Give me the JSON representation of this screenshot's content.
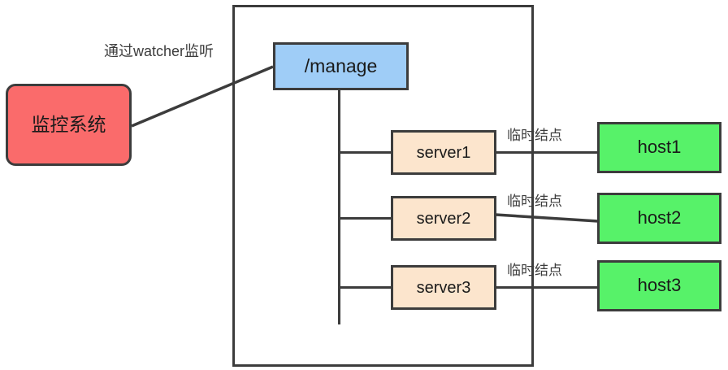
{
  "diagram": {
    "title": "ZooKeeper manage node with ephemeral server nodes",
    "colors": {
      "monitor_fill": "#fa6b6b",
      "manage_fill": "#9fcdf7",
      "server_fill": "#fce5cd",
      "host_fill": "#57f269",
      "stroke": "#3c3c3c",
      "background": "#ffffff"
    },
    "monitor_node": {
      "label": "监控系统"
    },
    "manage_node": {
      "label": "/manage"
    },
    "watcher_edge": {
      "label": "通过watcher监听"
    },
    "server_nodes": [
      {
        "label": "server1"
      },
      {
        "label": "server2"
      },
      {
        "label": "server3"
      }
    ],
    "host_nodes": [
      {
        "label": "host1"
      },
      {
        "label": "host2"
      },
      {
        "label": "host3"
      }
    ],
    "ephemeral_labels": [
      {
        "label": "临时结点"
      },
      {
        "label": "临时结点"
      },
      {
        "label": "临时结点"
      }
    ]
  }
}
